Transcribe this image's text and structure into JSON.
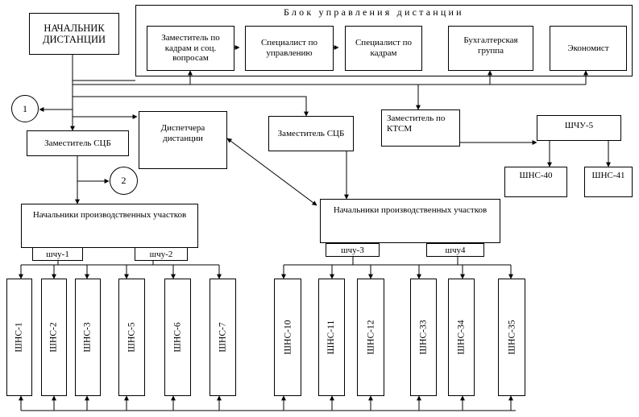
{
  "head": {
    "label": "НАЧАЛЬНИК ДИСТАНЦИИ"
  },
  "management_block": {
    "title": "Блок управления дистанции",
    "members": [
      "Заместитель по кадрам и соц. вопросам",
      "Специалист по управлению",
      "Специалист по кадрам",
      "Бухгалтерская группа",
      "Экономист"
    ]
  },
  "markers": [
    "1",
    "2"
  ],
  "deputies": {
    "left": "Заместитель СЦБ",
    "center": "Заместитель СЦБ",
    "ktsm": "Заместитель по КТСМ"
  },
  "dispatcher": {
    "label": "Диспетчера дистанции"
  },
  "section_heads": {
    "left": "Начальники производственных участков",
    "right": "Начальники производственных участков"
  },
  "shchu": {
    "u1": "шчу-1",
    "u2": "шчу-2",
    "u3": "шчу-3",
    "u4": "шчу4",
    "u5": "ШЧУ-5"
  },
  "ktsm_units": [
    "ШНС-40",
    "ШНС-41"
  ],
  "shns_units": [
    "ШНС-1",
    "ШНС-2",
    "ШНС-3",
    "ШНС-5",
    "ШНС-6",
    "ШНС-7",
    "ШНС-10",
    "ШНС-11",
    "ШНС-12",
    "ШНС-33",
    "ШНС-34",
    "ШНС-35"
  ]
}
